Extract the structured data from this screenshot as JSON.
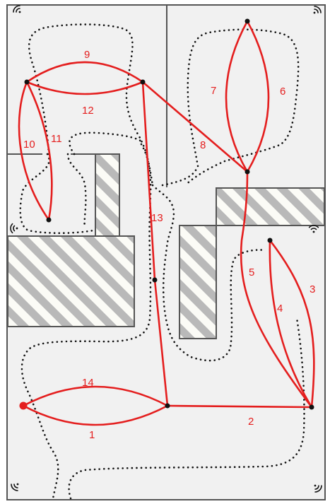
{
  "colors": {
    "route": "#e41e1e",
    "wall": "#555555",
    "floor": "#f1f1f1",
    "obstacle_stripe": "#b9b9b9",
    "obstacle_base": "#fbfbf6",
    "dotted_path": "#111111",
    "node": "#111111",
    "start_node": "#e41e1e"
  },
  "icons": {
    "sensor": "wifi-signal-icon"
  },
  "edge_labels": [
    "1",
    "2",
    "3",
    "4",
    "5",
    "6",
    "7",
    "8",
    "9",
    "10",
    "11",
    "12",
    "13",
    "14"
  ]
}
